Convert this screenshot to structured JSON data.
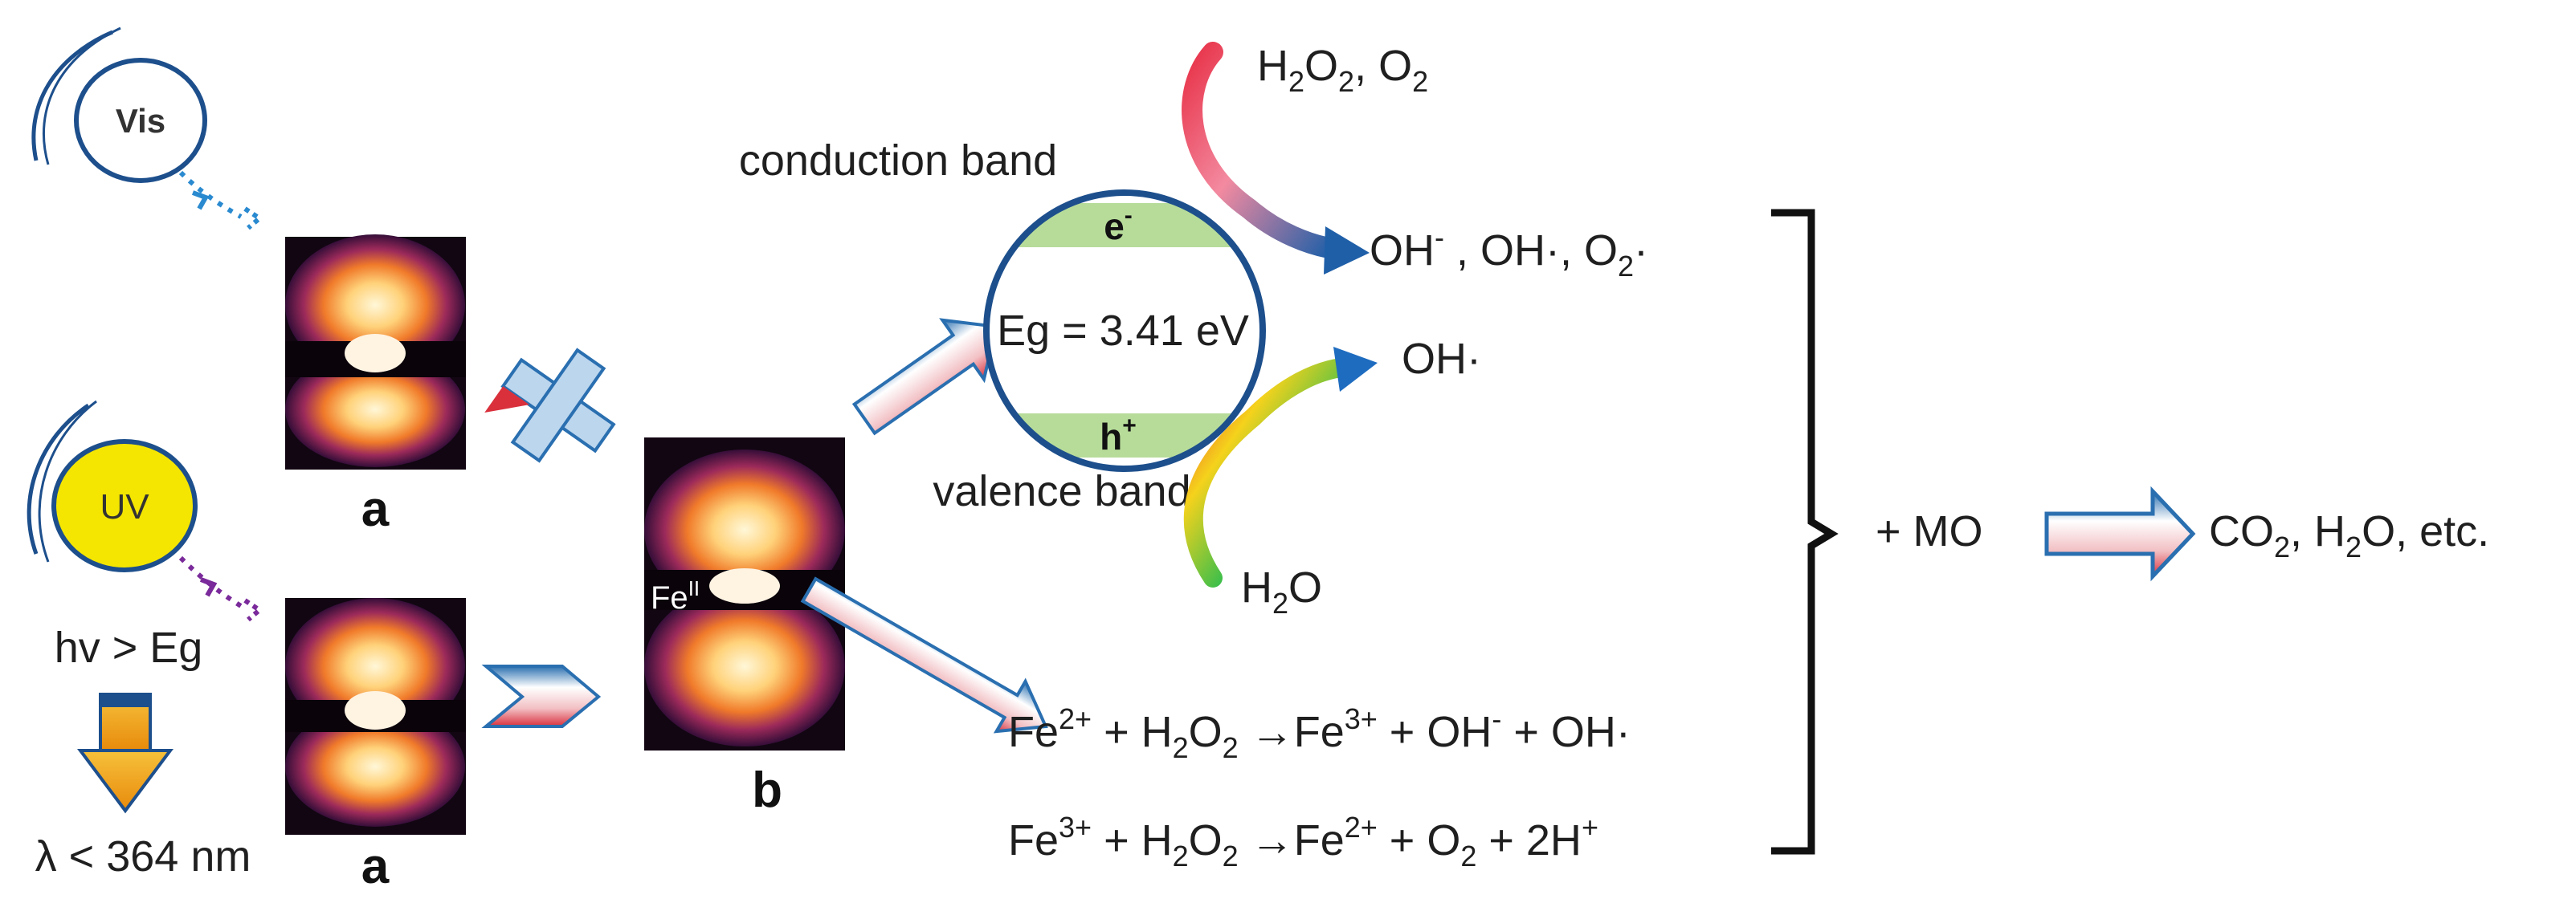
{
  "labels": {
    "vis": "Vis",
    "uv": "UV",
    "hv_gt_eg": "hv > Eg",
    "lambda": "λ < 364 nm",
    "a_top": "a",
    "a_bottom": "a",
    "b": "b",
    "fe_ii": "Fe",
    "fe_ii_sup": "II",
    "conduction_band": "conduction band",
    "valence_band": "valence band",
    "electron": "e",
    "electron_sup": "-",
    "hole": "h",
    "hole_sup": "+",
    "band_gap": "Eg = 3.41 eV",
    "h2o2_o2": [
      "H",
      "2",
      "O",
      "2",
      ", O",
      "2"
    ],
    "oh_radicals": [
      "OH",
      "-",
      " , OH·, O",
      "2",
      "·"
    ],
    "oh_radical": "OH·",
    "h2o": [
      "H",
      "2",
      "O"
    ],
    "mo": "+ MO",
    "products": [
      "CO",
      "2",
      ", H",
      "2",
      "O, etc."
    ],
    "reaction1": [
      "Fe",
      "2+",
      " + H",
      "2",
      "O",
      "2",
      " →Fe",
      "3+",
      " + OH",
      "-",
      " + OH·"
    ],
    "reaction2": [
      "Fe",
      "3+",
      " + H",
      "2",
      "O",
      "2",
      " →Fe",
      "2+",
      " + O",
      "2",
      " + 2H",
      "+"
    ]
  },
  "colors": {
    "uv_fill": "#f4e600",
    "circle_stroke": "#1d4f8c",
    "band_green": "#b7dc9a",
    "arrow_blue": "#2a6fb0",
    "arrow_red": "#d9303c",
    "down_arrow": "#f2a614"
  }
}
